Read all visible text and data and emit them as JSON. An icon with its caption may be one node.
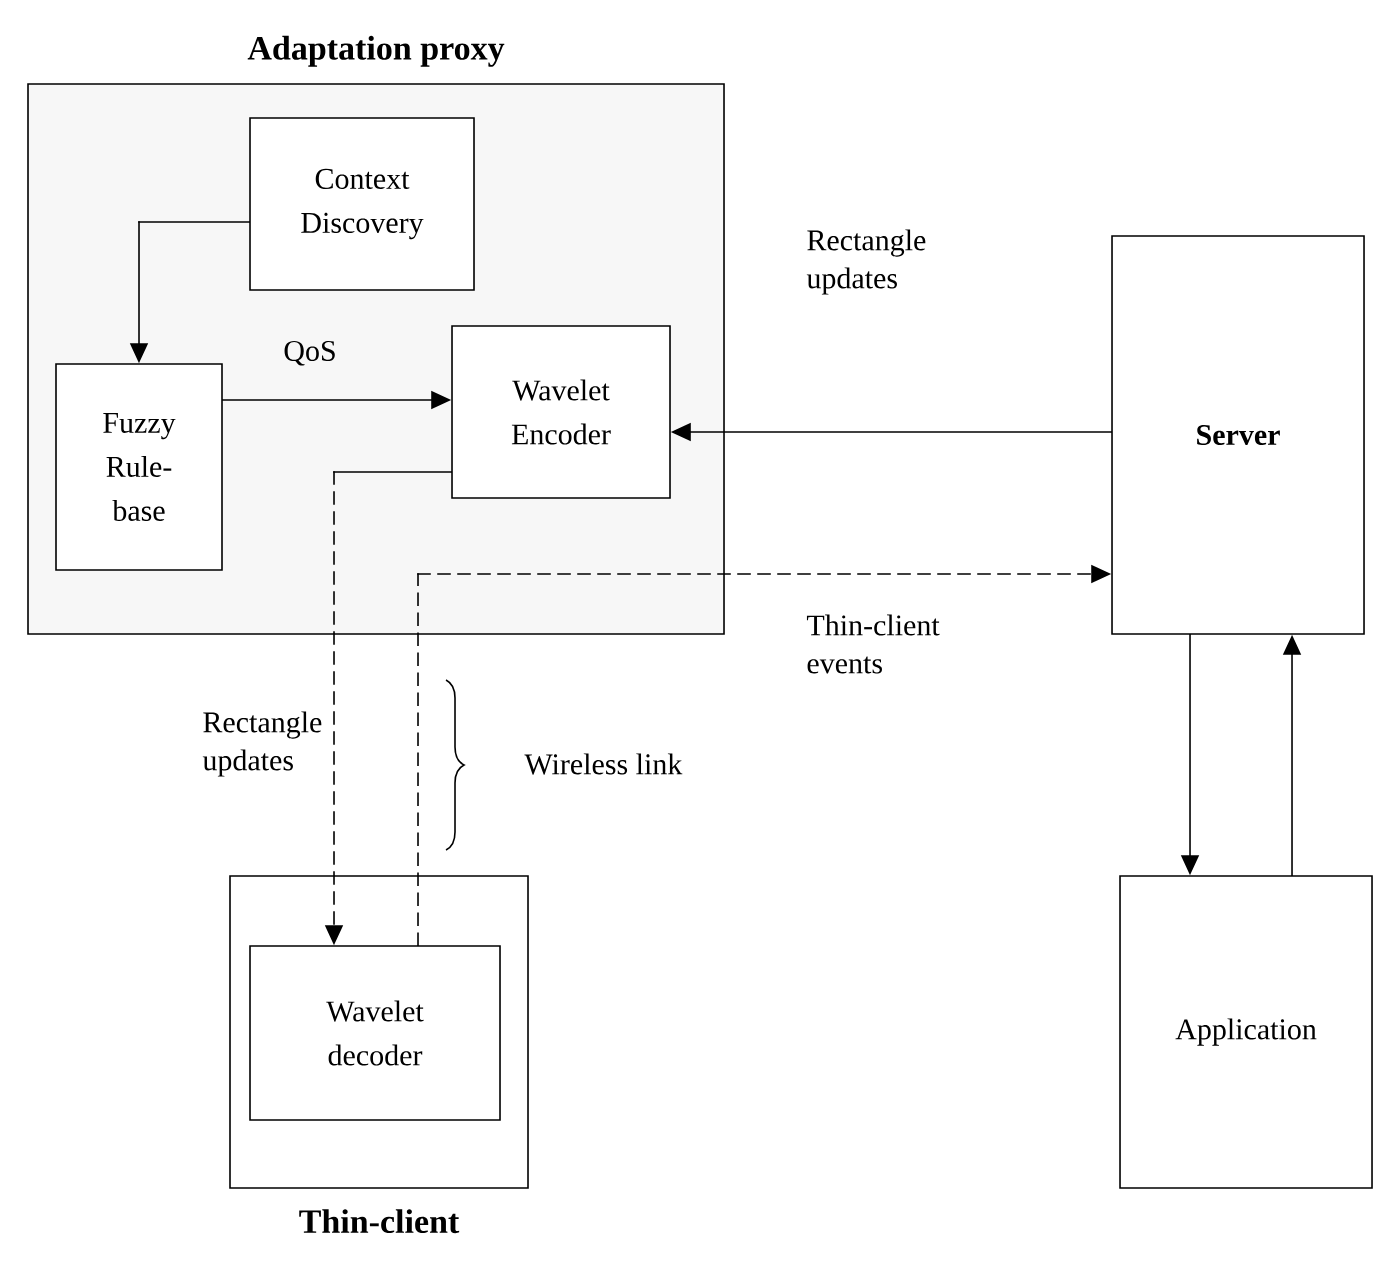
{
  "diagram": {
    "nodes": [
      {
        "text": [
          "Adaptation proxy"
        ]
      },
      {
        "text": [
          "Context Discovery"
        ],
        "in": 0
      },
      {
        "text": [
          "Fuzzy Rule-base"
        ],
        "in": 0
      },
      {
        "text": [
          "Wavelet Encoder"
        ],
        "in": 0
      },
      {
        "text": [
          "Server"
        ]
      },
      {
        "text": [
          "Thin-client"
        ]
      },
      {
        "text": [
          "Wavelet decoder"
        ],
        "in": 5
      },
      {
        "text": [
          "Application"
        ]
      }
    ],
    "edges": [
      {
        "from": 1,
        "to": 2,
        "arrow": "to"
      },
      {
        "from": 2,
        "to": 3,
        "arrow": "to",
        "label": "QoS"
      },
      {
        "from": 4,
        "to": 3,
        "arrow": "to",
        "label": "Rectangle updates"
      },
      {
        "from": 3,
        "to": 6,
        "arrow": "to",
        "label": "Rectangle updates",
        "style": "dashed"
      },
      {
        "from": 6,
        "to": 4,
        "arrow": "to",
        "label": "Thin-client events",
        "style": "dashed"
      },
      {
        "from": 4,
        "to": 7,
        "arrow": "to"
      },
      {
        "from": 7,
        "to": 4,
        "arrow": "to"
      }
    ],
    "labels": [
      "Wireless link"
    ]
  }
}
